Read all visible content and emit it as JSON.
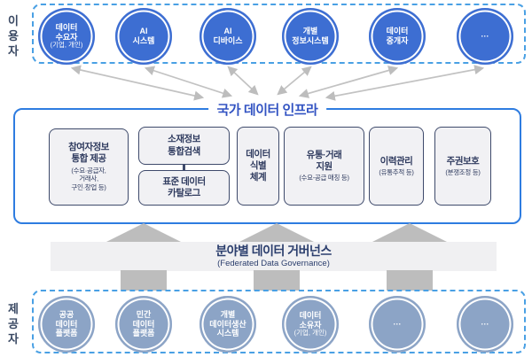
{
  "users_section": {
    "side_label": "이용자",
    "circles": [
      {
        "main": "데이터\n수요자",
        "sub": "(기업, 개인)"
      },
      {
        "main": "AI\n시스템",
        "sub": ""
      },
      {
        "main": "AI\n디바이스",
        "sub": ""
      },
      {
        "main": "개별\n정보시스템",
        "sub": ""
      },
      {
        "main": "데이터\n중개자",
        "sub": ""
      },
      {
        "main": "···",
        "sub": ""
      }
    ]
  },
  "infrastructure": {
    "title": "국가 데이터 인프라",
    "boxes": [
      {
        "title": "참여자정보\n통합 제공",
        "sub": "(수요·공급자,\n거래사,\n구인·창업 등)"
      },
      {
        "title": "소재정보\n통합검색",
        "sub": ""
      },
      {
        "title": "표준 데이터\n카탈로그",
        "sub": ""
      },
      {
        "title": "데이터\n식별\n체계",
        "sub": ""
      },
      {
        "title": "유통·거래\n지원",
        "sub": "(수요-공급 매칭 등)"
      },
      {
        "title": "이력관리",
        "sub": "(유통추적 등)"
      },
      {
        "title": "주권보호",
        "sub": "(분쟁조정 등)"
      }
    ]
  },
  "governance": {
    "title": "분야별 데이터 거버넌스",
    "subtitle": "(Federated Data Governance)"
  },
  "providers_section": {
    "side_label": "제공자",
    "circles": [
      {
        "main": "공공\n데이터\n플랫폼",
        "sub": ""
      },
      {
        "main": "민간\n데이터\n플랫폼",
        "sub": ""
      },
      {
        "main": "개별\n데이터생산\n시스템",
        "sub": ""
      },
      {
        "main": "데이터\n소유자",
        "sub": "(기업, 개인)"
      },
      {
        "main": "···",
        "sub": ""
      },
      {
        "main": "···",
        "sub": ""
      }
    ]
  },
  "colors": {
    "user_circle_blue": "#3d6ed2",
    "provider_circle_slate": "#8ca4c6",
    "dashed_border_blue": "#49a0e4",
    "infra_border_blue": "#2e7ce0",
    "infra_title_blue": "#3253c2",
    "navy_text": "#2e3a5e",
    "governance_text_navy": "#2b3e6d",
    "arrow_gray": "#bdbdbd",
    "band_background": "#f0f0f2",
    "feature_box_background": "#f1f1f4"
  }
}
